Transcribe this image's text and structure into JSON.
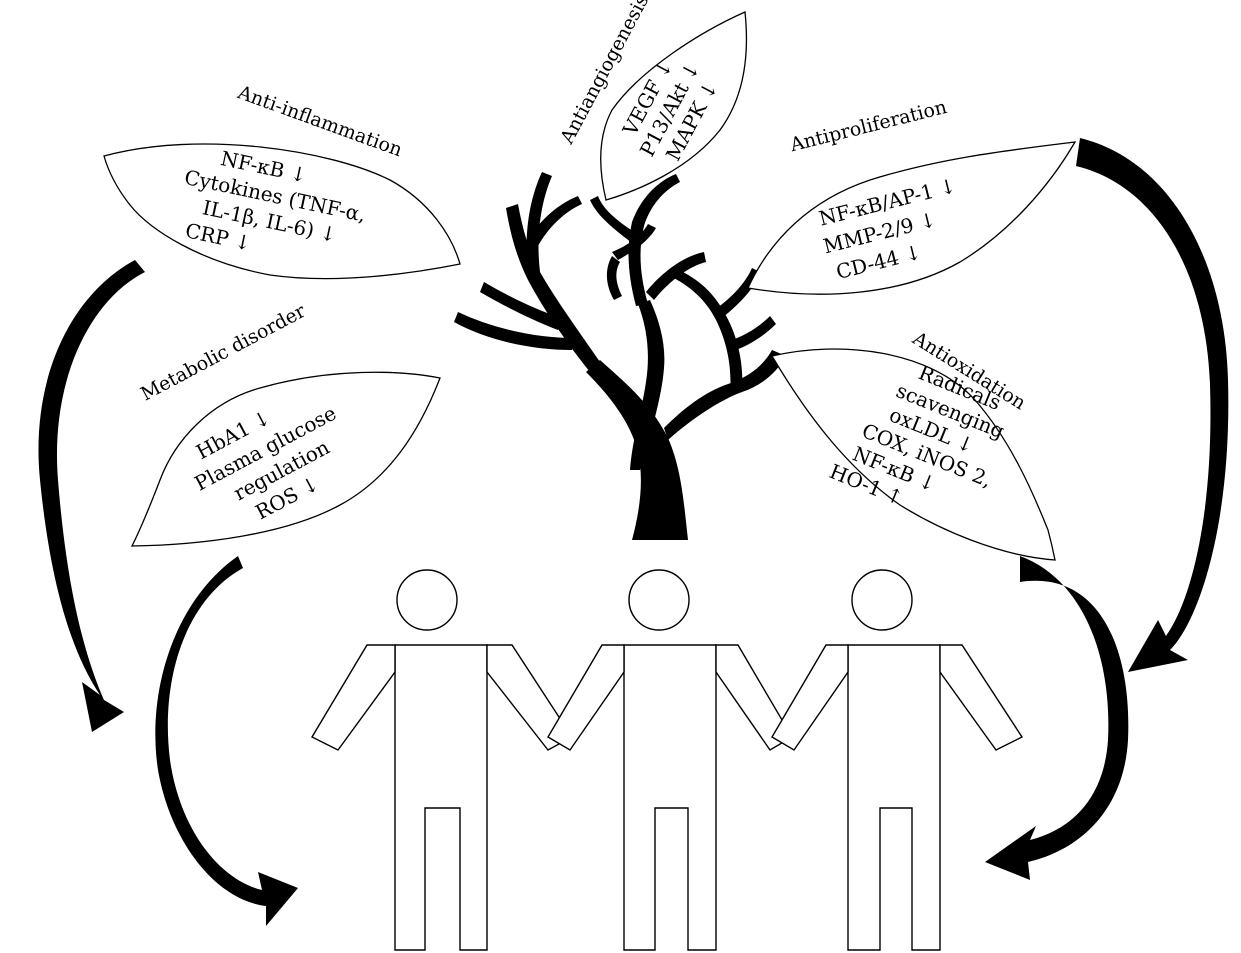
{
  "leaves": {
    "anti_inflammation": {
      "title": "Anti-inflammation",
      "lines": [
        "NF-κB ↓",
        "Cytokines (TNF-α,",
        "IL-1β, IL-6) ↓",
        "CRP ↓"
      ]
    },
    "antiangiogenesis": {
      "title": "Antiangiogenesis",
      "lines": [
        "VEGF ↓",
        "P13/Akt ↓",
        "MAPK ↓"
      ]
    },
    "antiproliferation": {
      "title": "Antiproliferation",
      "lines": [
        "NF-κB/AP-1 ↓",
        "MMP-2/9 ↓",
        "CD-44 ↓"
      ]
    },
    "metabolic_disorder": {
      "title": "Metabolic disorder",
      "lines": [
        "HbA1 ↓",
        "Plasma glucose",
        "regulation",
        "ROS ↓"
      ]
    },
    "antioxidation": {
      "title": "Antioxidation",
      "lines": [
        "Radicals",
        "scavenging",
        "oxLDL ↓",
        "COX, iNOS 2,",
        "NF-κB ↓",
        "HO-1 ↑"
      ]
    }
  },
  "colors": {
    "ink": "#000000",
    "paper": "#ffffff"
  },
  "icons": [
    "tree-icon",
    "person-icon",
    "curved-arrow-icon"
  ]
}
